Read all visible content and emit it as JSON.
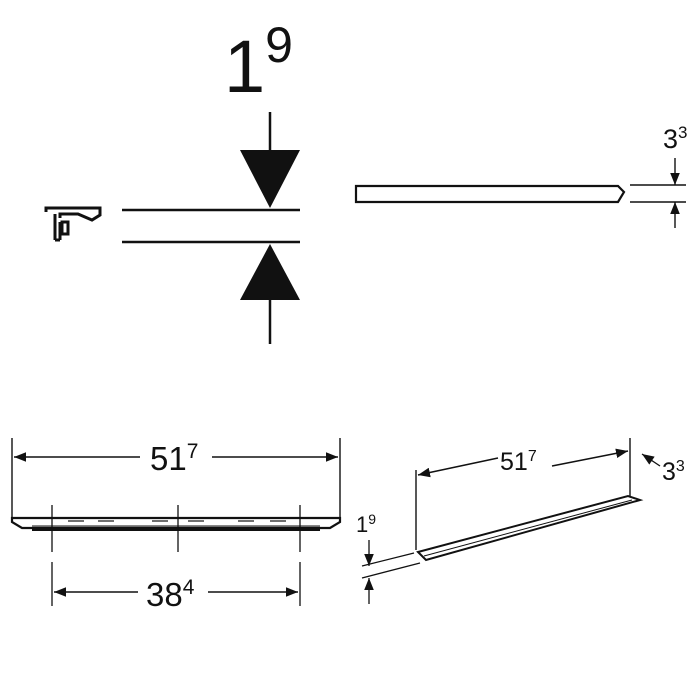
{
  "detail_gap": {
    "main": "1",
    "sup": "9"
  },
  "side_thickness": {
    "main": "3",
    "sup": "3"
  },
  "front_length": {
    "main": "51",
    "sup": "7"
  },
  "front_spacing": {
    "main": "38",
    "sup": "4"
  },
  "iso_length": {
    "main": "51",
    "sup": "7"
  },
  "iso_gap": {
    "main": "1",
    "sup": "9"
  },
  "iso_thickness": {
    "main": "3",
    "sup": "3"
  },
  "colors": {
    "line": "#111111",
    "background": "#ffffff"
  }
}
